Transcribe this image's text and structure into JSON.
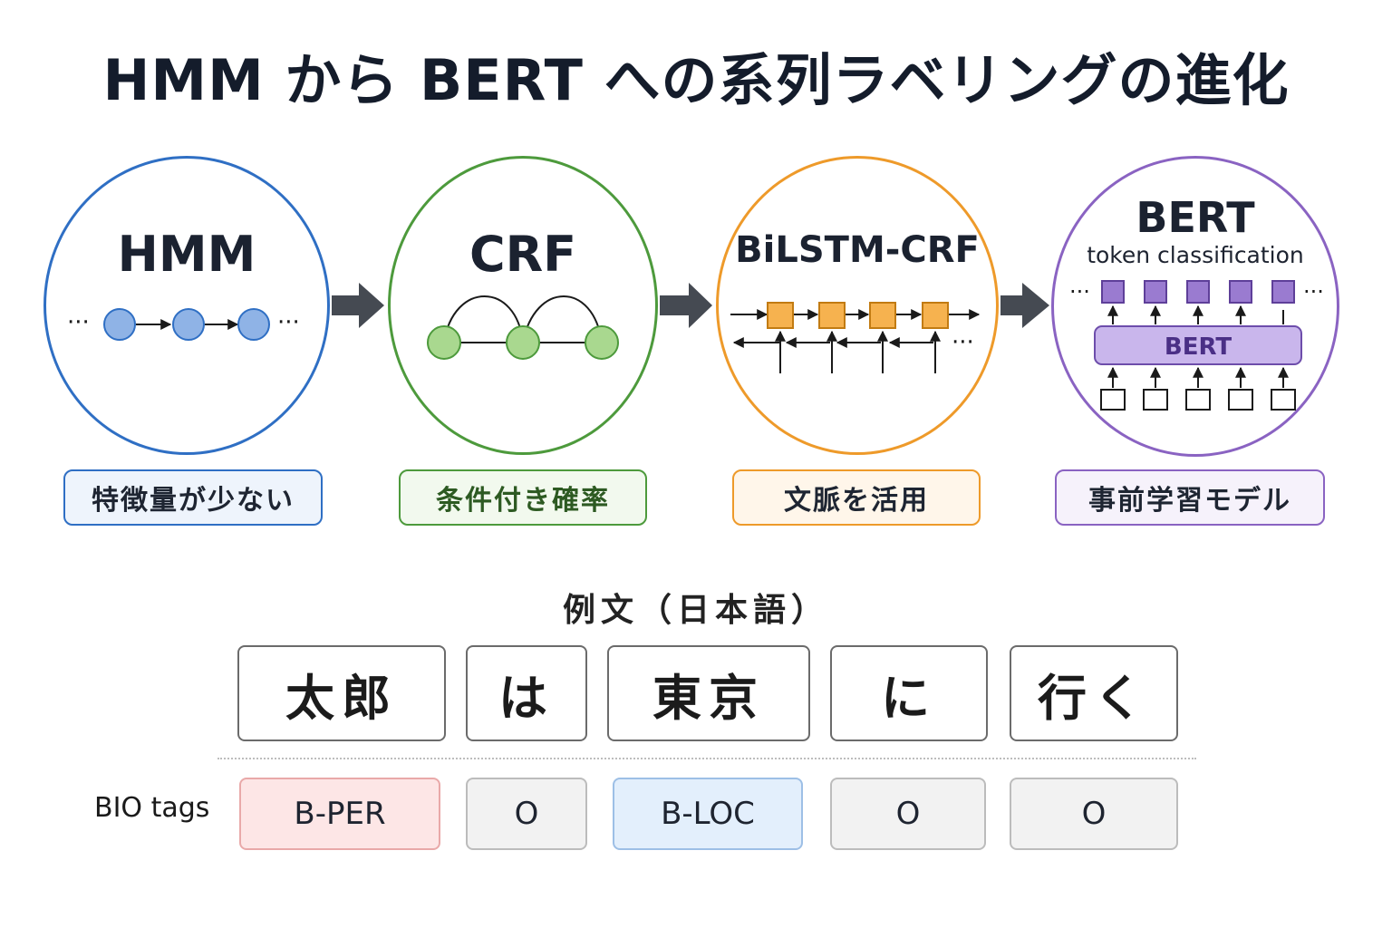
{
  "title": "HMM から BERT への系列ラベリングの進化",
  "models": [
    {
      "name": "HMM",
      "note": "特徴量が少ない",
      "color": "#2f6fc4",
      "note_bg": "#eef4fc"
    },
    {
      "name": "CRF",
      "note": "条件付き確率",
      "color": "#4d9a3c",
      "note_bg": "#f2f9ee"
    },
    {
      "name": "BiLSTM-CRF",
      "note": "文脈を活用",
      "color": "#ee9a2a",
      "note_bg": "#fff6ea"
    },
    {
      "name": "BERT",
      "sub": "token classification",
      "inner_label": "BERT",
      "note": "事前学習モデル",
      "color": "#8a63c2",
      "note_bg": "#f6f2fb"
    }
  ],
  "ellipsis": "···",
  "example": {
    "title": "例文（日本語）",
    "tokens": [
      "太郎",
      "は",
      "東京",
      "に",
      "行く"
    ],
    "tags_label": "BIO tags",
    "tags": [
      {
        "text": "B-PER",
        "bg": "#fde6e6",
        "border": "#e9a9a9"
      },
      {
        "text": "O",
        "bg": "#f2f2f2",
        "border": "#bcbcbc"
      },
      {
        "text": "B-LOC",
        "bg": "#e3effc",
        "border": "#9dbfe6"
      },
      {
        "text": "O",
        "bg": "#f2f2f2",
        "border": "#bcbcbc"
      },
      {
        "text": "O",
        "bg": "#f2f2f2",
        "border": "#bcbcbc"
      }
    ]
  }
}
